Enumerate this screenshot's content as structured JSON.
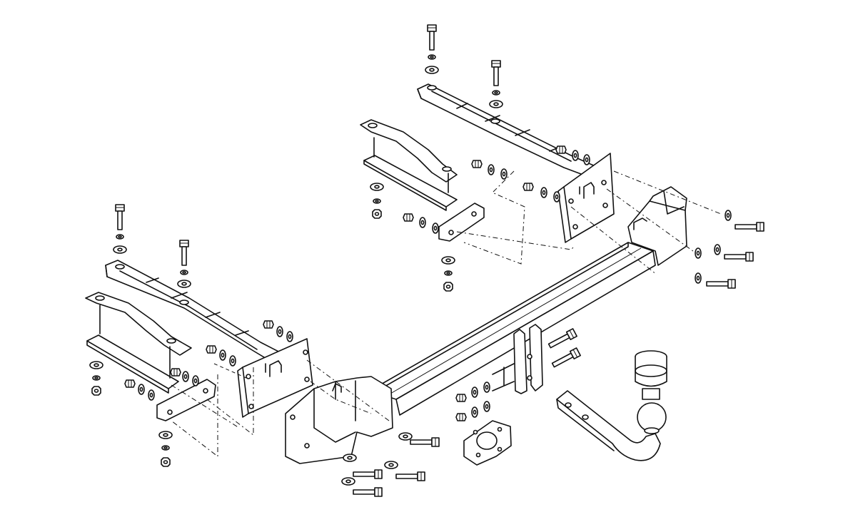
{
  "diagram": {
    "parts": [
      "crossbar",
      "right-side-bracket",
      "left-side-bracket",
      "right-frame-rail-upper",
      "right-frame-rail-lower",
      "left-frame-rail-upper",
      "left-frame-rail-lower",
      "tow-ball",
      "ball-mount-arm",
      "electric-socket-plate",
      "bolt-set",
      "nut-and-washer-set"
    ],
    "labels": []
  }
}
